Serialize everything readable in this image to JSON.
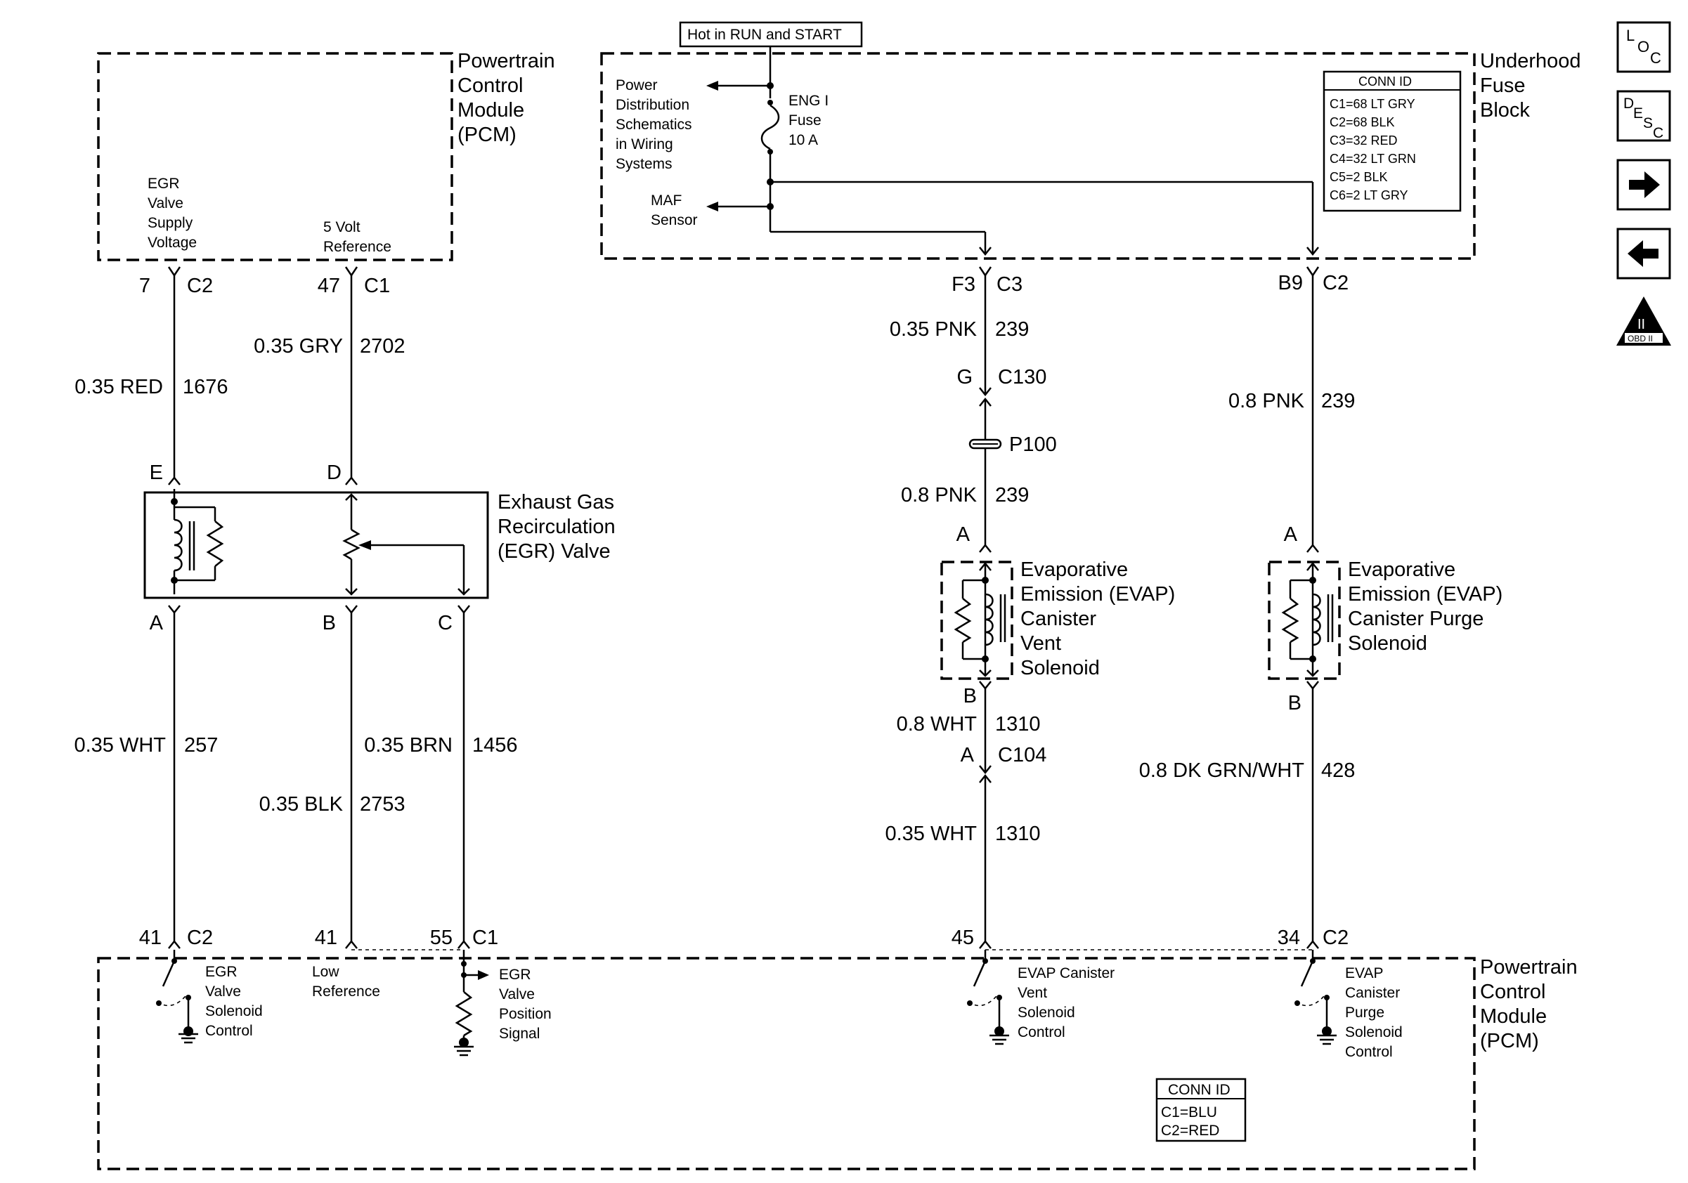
{
  "pcm_top": {
    "title": [
      "Powertrain",
      "Control",
      "Module",
      "(PCM)"
    ],
    "egr_supply": [
      "EGR",
      "Valve",
      "Supply",
      "Voltage"
    ],
    "ref_5v": [
      "5 Volt",
      "Reference"
    ]
  },
  "fuse_block": {
    "hot_label": "Hot in RUN and START",
    "title": [
      "Underhood",
      "Fuse",
      "Block"
    ],
    "power_dist": [
      "Power",
      "Distribution",
      "Schematics",
      "in Wiring",
      "Systems"
    ],
    "fuse": [
      "ENG I",
      "Fuse",
      "10 A"
    ],
    "maf": [
      "MAF",
      "Sensor"
    ],
    "conn_id_title": "CONN ID",
    "conn_ids": [
      "C1=68 LT GRY",
      "C2=68 BLK",
      "C3=32 RED",
      "C4=32 LT GRN",
      "C5=2 BLK",
      "C6=2 LT GRY"
    ]
  },
  "pins": {
    "p7": "7",
    "c2a": "C2",
    "p47": "47",
    "c1a": "C1",
    "f3": "F3",
    "c3": "C3",
    "b9": "B9",
    "c2b": "C2",
    "g": "G",
    "c130": "C130",
    "p100": "P100",
    "e": "E",
    "d": "D",
    "a_egr": "A",
    "b_egr": "B",
    "c_egr": "C",
    "a_vent": "A",
    "b_vent": "B",
    "a_c104": "A",
    "c104": "C104",
    "a_purge": "A",
    "b_purge": "B",
    "p41a": "41",
    "c2c": "C2",
    "p41b": "41",
    "p55": "55",
    "c1b": "C1",
    "p45": "45",
    "p34": "34",
    "c2d": "C2"
  },
  "wires": {
    "red_color": "0.35 RED",
    "red_circuit": "1676",
    "gry_color": "0.35 GRY",
    "gry_circuit": "2702",
    "pnk1_color": "0.35 PNK",
    "pnk1_circuit": "239",
    "pnk2_color": "0.8 PNK",
    "pnk2_circuit": "239",
    "pnk3_color": "0.8 PNK",
    "pnk3_circuit": "239",
    "wht_color": "0.35 WHT",
    "wht_circuit": "257",
    "blk_color": "0.35 BLK",
    "blk_circuit": "2753",
    "brn_color": "0.35 BRN",
    "brn_circuit": "1456",
    "wht2_color": "0.8 WHT",
    "wht2_circuit": "1310",
    "wht3_color": "0.35 WHT",
    "wht3_circuit": "1310",
    "grn_color": "0.8 DK GRN/WHT",
    "grn_circuit": "428"
  },
  "components": {
    "egr_valve": [
      "Exhaust Gas",
      "Recirculation",
      "(EGR) Valve"
    ],
    "vent_solenoid": [
      "Evaporative",
      "Emission (EVAP)",
      "Canister",
      "Vent",
      "Solenoid"
    ],
    "purge_solenoid": [
      "Evaporative",
      "Emission (EVAP)",
      "Canister Purge",
      "Solenoid"
    ]
  },
  "pcm_bottom": {
    "title": [
      "Powertrain",
      "Control",
      "Module",
      "(PCM)"
    ],
    "egr_sol": [
      "EGR",
      "Valve",
      "Solenoid",
      "Control"
    ],
    "low_ref": [
      "Low",
      "Reference"
    ],
    "egr_pos": [
      "EGR",
      "Valve",
      "Position",
      "Signal"
    ],
    "evap_vent": [
      "EVAP Canister",
      "Vent",
      "Solenoid",
      "Control"
    ],
    "evap_purge": [
      "EVAP",
      "Canister",
      "Purge",
      "Solenoid",
      "Control"
    ],
    "conn_id_title": "CONN ID",
    "conn_ids": [
      "C1=BLU",
      "C2=RED"
    ]
  },
  "nav_icons": {
    "loc": [
      "L",
      "O",
      "C"
    ],
    "desc": [
      "D",
      "E",
      "S",
      "C"
    ],
    "next": "next-arrow",
    "prev": "prev-arrow",
    "obd": [
      "II",
      "OBD II"
    ]
  }
}
